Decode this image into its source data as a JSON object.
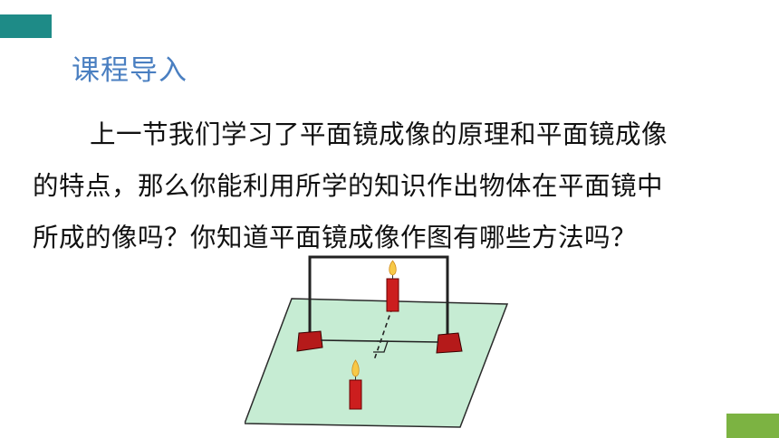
{
  "slide": {
    "title": "课程导入",
    "paragraph_lines": [
      "上一节我们学习了平面镜成像的原理和平面镜成像",
      "的特点，那么你能利用所学的知识作出物体在平面镜中",
      "所成的像吗？你知道平面镜成像作图有哪些方法吗？"
    ]
  },
  "colors": {
    "title_blue": "#4a7fc1",
    "teal_bar": "#1e8b87",
    "green_tab": "#7cb342",
    "table_green": "#c6ecd3",
    "candle_red": "#cc1e1e"
  },
  "icons": {
    "illustration": "plane-mirror-candle-icon"
  }
}
